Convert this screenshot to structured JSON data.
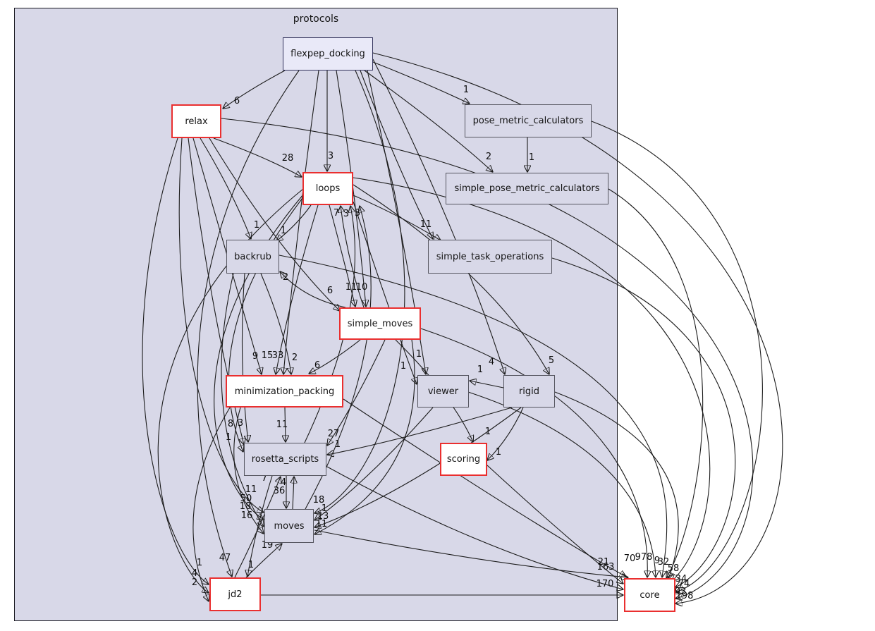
{
  "diagram": {
    "cluster": {
      "label": "protocols"
    },
    "nodes": [
      {
        "id": "flexpep_docking",
        "label": "flexpep_docking",
        "style": "highlight"
      },
      {
        "id": "relax",
        "label": "relax",
        "style": "red"
      },
      {
        "id": "pose_metric_calculators",
        "label": "pose_metric_calculators",
        "style": "plain"
      },
      {
        "id": "simple_pose_metric_calculators",
        "label": "simple_pose_metric_calculators",
        "style": "plain"
      },
      {
        "id": "loops",
        "label": "loops",
        "style": "red"
      },
      {
        "id": "backrub",
        "label": "backrub",
        "style": "plain"
      },
      {
        "id": "simple_task_operations",
        "label": "simple_task_operations",
        "style": "plain"
      },
      {
        "id": "simple_moves",
        "label": "simple_moves",
        "style": "red"
      },
      {
        "id": "minimization_packing",
        "label": "minimization_packing",
        "style": "red"
      },
      {
        "id": "viewer",
        "label": "viewer",
        "style": "plain"
      },
      {
        "id": "rigid",
        "label": "rigid",
        "style": "plain"
      },
      {
        "id": "rosetta_scripts",
        "label": "rosetta_scripts",
        "style": "plain"
      },
      {
        "id": "scoring",
        "label": "scoring",
        "style": "red"
      },
      {
        "id": "moves",
        "label": "moves",
        "style": "plain"
      },
      {
        "id": "jd2",
        "label": "jd2",
        "style": "red"
      },
      {
        "id": "core",
        "label": "core",
        "style": "red"
      }
    ],
    "edges": [
      {
        "from": "flexpep_docking",
        "to": "relax",
        "label": "6"
      },
      {
        "from": "flexpep_docking",
        "to": "pose_metric_calculators",
        "label": "1"
      },
      {
        "from": "flexpep_docking",
        "to": "simple_pose_metric_calculators",
        "label": "2"
      },
      {
        "from": "pose_metric_calculators",
        "to": "simple_pose_metric_calculators",
        "label": "1"
      },
      {
        "from": "flexpep_docking",
        "to": "loops",
        "label": "3"
      },
      {
        "from": "relax",
        "to": "loops",
        "label": "28"
      },
      {
        "from": "simple_moves",
        "to": "loops",
        "label": "7"
      },
      {
        "from": "rosetta_scripts",
        "to": "loops",
        "label": "3"
      },
      {
        "from": "moves",
        "to": "loops",
        "label": "3"
      },
      {
        "from": "relax",
        "to": "backrub",
        "label": "1"
      },
      {
        "from": "loops",
        "to": "backrub",
        "label": "1"
      },
      {
        "from": "simple_moves",
        "to": "backrub",
        "label": "2"
      },
      {
        "from": "flexpep_docking",
        "to": "simple_task_operations",
        "label": "11"
      },
      {
        "from": "loops",
        "to": "simple_task_operations",
        "label": ""
      },
      {
        "from": "relax",
        "to": "simple_moves",
        "label": "6"
      },
      {
        "from": "loops",
        "to": "simple_moves",
        "label": "11"
      },
      {
        "from": "flexpep_docking",
        "to": "simple_moves",
        "label": "10"
      },
      {
        "from": "relax",
        "to": "minimization_packing",
        "label": "9"
      },
      {
        "from": "loops",
        "to": "minimization_packing",
        "label": "15"
      },
      {
        "from": "flexpep_docking",
        "to": "minimization_packing",
        "label": "33"
      },
      {
        "from": "backrub",
        "to": "minimization_packing",
        "label": "2"
      },
      {
        "from": "simple_moves",
        "to": "minimization_packing",
        "label": "6"
      },
      {
        "from": "loops",
        "to": "viewer",
        "label": "1"
      },
      {
        "from": "flexpep_docking",
        "to": "viewer",
        "label": "1"
      },
      {
        "from": "rigid",
        "to": "viewer",
        "label": "1"
      },
      {
        "from": "flexpep_docking",
        "to": "rigid",
        "label": "4"
      },
      {
        "from": "loops",
        "to": "rigid",
        "label": "5"
      },
      {
        "from": "relax",
        "to": "rosetta_scripts",
        "label": "8"
      },
      {
        "from": "backrub",
        "to": "rosetta_scripts",
        "label": "3"
      },
      {
        "from": "loops",
        "to": "rosetta_scripts",
        "label": "1"
      },
      {
        "from": "minimization_packing",
        "to": "rosetta_scripts",
        "label": "11"
      },
      {
        "from": "simple_moves",
        "to": "rosetta_scripts",
        "label": "27"
      },
      {
        "from": "rigid",
        "to": "rosetta_scripts",
        "label": "1"
      },
      {
        "from": "jd2",
        "to": "rosetta_scripts",
        "label": "7"
      },
      {
        "from": "moves",
        "to": "rosetta_scripts",
        "label": "4"
      },
      {
        "from": "rosetta_scripts",
        "to": "moves",
        "label": "36"
      },
      {
        "from": "simple_moves",
        "to": "scoring",
        "label": "1"
      },
      {
        "from": "rigid",
        "to": "scoring",
        "label": "1"
      },
      {
        "from": "relax",
        "to": "moves",
        "label": "11"
      },
      {
        "from": "loops",
        "to": "moves",
        "label": "50"
      },
      {
        "from": "backrub",
        "to": "moves",
        "label": "18"
      },
      {
        "from": "minimization_packing",
        "to": "moves",
        "label": "16"
      },
      {
        "from": "flexpep_docking",
        "to": "moves",
        "label": "18"
      },
      {
        "from": "viewer",
        "to": "moves",
        "label": "1"
      },
      {
        "from": "rigid",
        "to": "moves",
        "label": "13"
      },
      {
        "from": "simple_moves",
        "to": "moves",
        "label": "11"
      },
      {
        "from": "jd2",
        "to": "moves",
        "label": "19"
      },
      {
        "from": "relax",
        "to": "jd2",
        "label": "1"
      },
      {
        "from": "loops",
        "to": "jd2",
        "label": "4"
      },
      {
        "from": "minimization_packing",
        "to": "jd2",
        "label": "2"
      },
      {
        "from": "flexpep_docking",
        "to": "jd2",
        "label": "47"
      },
      {
        "from": "rosetta_scripts",
        "to": "jd2",
        "label": "1"
      },
      {
        "from": "jd2",
        "to": "core",
        "label": "170"
      },
      {
        "from": "scoring",
        "to": "core",
        "label": "21"
      },
      {
        "from": "moves",
        "to": "core",
        "label": "70"
      },
      {
        "from": "rosetta_scripts",
        "to": "core",
        "label": "163"
      },
      {
        "from": "minimization_packing",
        "to": "core",
        "label": ""
      },
      {
        "from": "simple_moves",
        "to": "core",
        "label": "978"
      },
      {
        "from": "viewer",
        "to": "core",
        "label": "9"
      },
      {
        "from": "backrub",
        "to": "core",
        "label": "32"
      },
      {
        "from": "rigid",
        "to": "core",
        "label": "58"
      },
      {
        "from": "loops",
        "to": "core",
        "label": ""
      },
      {
        "from": "simple_task_operations",
        "to": "core",
        "label": "34"
      },
      {
        "from": "pose_metric_calculators",
        "to": "core",
        "label": "74"
      },
      {
        "from": "simple_pose_metric_calculators",
        "to": "core",
        "label": ""
      },
      {
        "from": "relax",
        "to": "core",
        "label": "193"
      },
      {
        "from": "flexpep_docking",
        "to": "core",
        "label": "198"
      }
    ]
  },
  "colors": {
    "cluster_bg": "#d8d8e8",
    "plain_node_border": "#55555f",
    "red_node_border": "#ea2f2f",
    "highlight_node_bg": "#e9e9f8",
    "edge": "#1b1b1b"
  }
}
